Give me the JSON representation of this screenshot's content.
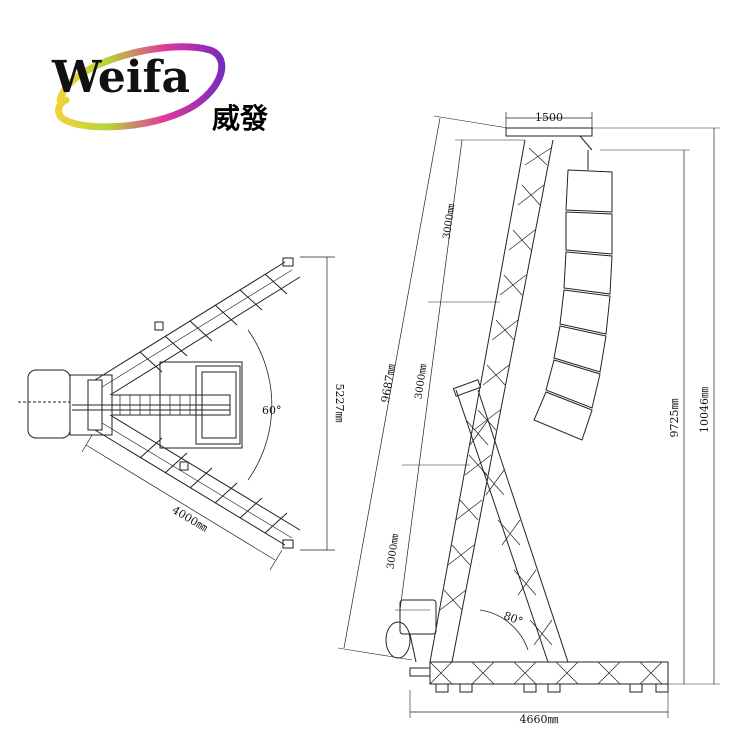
{
  "logo": {
    "brand": "Weifa",
    "chinese": "威發",
    "colors": {
      "text": "#111111",
      "ring_purple": "#7a2bbf",
      "ring_pink": "#e0389a",
      "ring_green": "#b8d43a",
      "ring_yellow": "#f0d23a"
    }
  },
  "top_view": {
    "angle_label": "60°",
    "width_label": "5227㎜",
    "arm_label": "4000㎜"
  },
  "side_view": {
    "top_width_label": "1500",
    "segment_labels": [
      "3000㎜",
      "3000㎜",
      "3000㎜"
    ],
    "diagonal_label": "9687㎜",
    "angle_label": "80°",
    "base_label": "4660㎜",
    "height_label": "9725㎜",
    "total_height_label": "10046㎜"
  }
}
